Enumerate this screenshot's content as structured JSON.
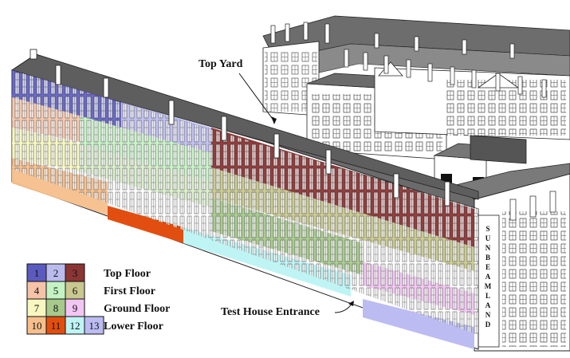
{
  "labels": {
    "top_yard": "Top Yard",
    "test_house_entrance": "Test House Entrance",
    "sign_0": "S",
    "sign_1": "U",
    "sign_2": "N",
    "sign_3": "B",
    "sign_4": "E",
    "sign_5": "A",
    "sign_6": "M",
    "sign_7": "L",
    "sign_8": "A",
    "sign_9": "N",
    "sign_10": "D"
  },
  "legend": {
    "rows": [
      {
        "label": "Top Floor",
        "cells": [
          {
            "num": "1",
            "color": "#5b5bbf"
          },
          {
            "num": "2",
            "color": "#bbbbee"
          },
          {
            "num": "3",
            "color": "#8b3535"
          }
        ]
      },
      {
        "label": "First Floor",
        "cells": [
          {
            "num": "4",
            "color": "#f5c3a8"
          },
          {
            "num": "5",
            "color": "#c4f2c4"
          },
          {
            "num": "6",
            "color": "#c8c88f"
          }
        ]
      },
      {
        "label": "Ground Floor",
        "cells": [
          {
            "num": "7",
            "color": "#f7f7c0"
          },
          {
            "num": "8",
            "color": "#a7c98c"
          },
          {
            "num": "9",
            "color": "#f2c6f2"
          }
        ]
      },
      {
        "label": "Lower Floor",
        "cells": [
          {
            "num": "10",
            "color": "#f6bf8c"
          },
          {
            "num": "11",
            "color": "#e24e0f"
          },
          {
            "num": "12",
            "color": "#bff4f4"
          },
          {
            "num": "13",
            "color": "#bcbcf2"
          }
        ]
      }
    ]
  }
}
